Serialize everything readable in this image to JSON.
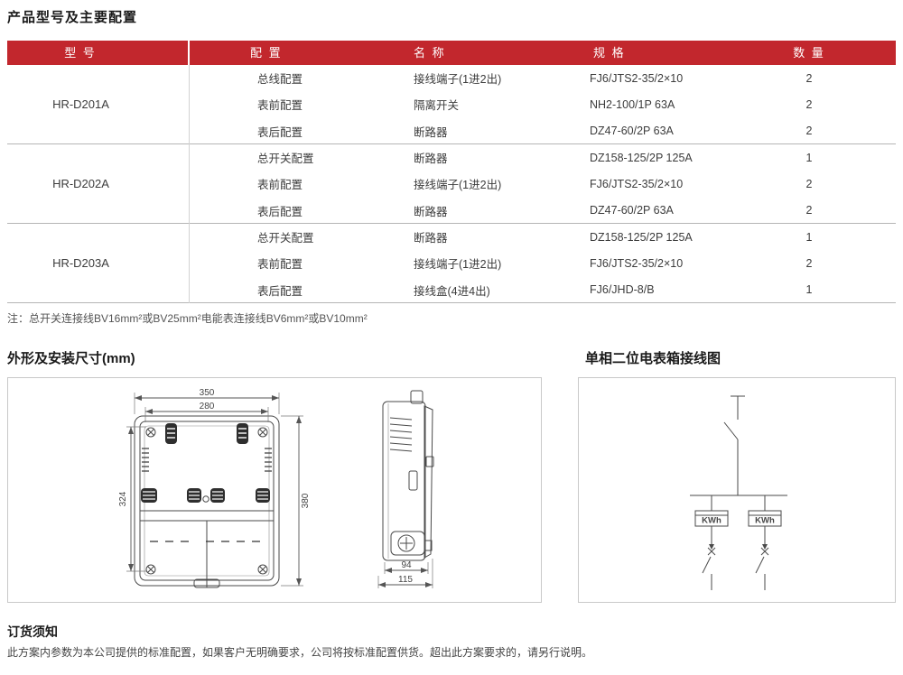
{
  "page_title": "产品型号及主要配置",
  "table": {
    "headers": {
      "model": "型 号",
      "config": "配 置",
      "name": "名 称",
      "spec": "规 格",
      "qty": "数 量"
    },
    "groups": [
      {
        "model": "HR-D201A",
        "rows": [
          {
            "config": "总线配置",
            "name": "接线端子(1进2出)",
            "spec": "FJ6/JTS2-35/2×10",
            "qty": "2"
          },
          {
            "config": "表前配置",
            "name": "隔离开关",
            "spec": "NH2-100/1P 63A",
            "qty": "2"
          },
          {
            "config": "表后配置",
            "name": "断路器",
            "spec": "DZ47-60/2P 63A",
            "qty": "2"
          }
        ]
      },
      {
        "model": "HR-D202A",
        "rows": [
          {
            "config": "总开关配置",
            "name": "断路器",
            "spec": "DZ158-125/2P 125A",
            "qty": "1"
          },
          {
            "config": "表前配置",
            "name": "接线端子(1进2出)",
            "spec": "FJ6/JTS2-35/2×10",
            "qty": "2"
          },
          {
            "config": "表后配置",
            "name": "断路器",
            "spec": "DZ47-60/2P 63A",
            "qty": "2"
          }
        ]
      },
      {
        "model": "HR-D203A",
        "rows": [
          {
            "config": "总开关配置",
            "name": "断路器",
            "spec": "DZ158-125/2P 125A",
            "qty": "1"
          },
          {
            "config": "表前配置",
            "name": "接线端子(1进2出)",
            "spec": "FJ6/JTS2-35/2×10",
            "qty": "2"
          },
          {
            "config": "表后配置",
            "name": "接线盒(4进4出)",
            "spec": "FJ6/JHD-8/B",
            "qty": "1"
          }
        ]
      }
    ]
  },
  "note": "注：总开关连接线BV16mm²或BV25mm²电能表连接线BV6mm²或BV10mm²",
  "sections": {
    "dimensions_heading": "外形及安装尺寸(mm)",
    "wiring_heading": "单相二位电表箱接线图"
  },
  "drawings": {
    "front_view": {
      "dim_width_outer": "350",
      "dim_width_inner": "280",
      "dim_height_holes": "324",
      "dim_height_outer": "380"
    },
    "side_view": {
      "dim_depth_body": "94",
      "dim_depth_total": "115"
    },
    "wiring": {
      "meter_label_1": "KWh",
      "meter_label_2": "KWh"
    }
  },
  "footer": {
    "heading": "订货须知",
    "body": "此方案内参数为本公司提供的标准配置，如果客户无明确要求，公司将按标准配置供货。超出此方案要求的，请另行说明。"
  },
  "colors": {
    "header_red": "#C2272D",
    "text_dark": "#3C3C3C",
    "divider_gray": "#B5B5B5"
  }
}
